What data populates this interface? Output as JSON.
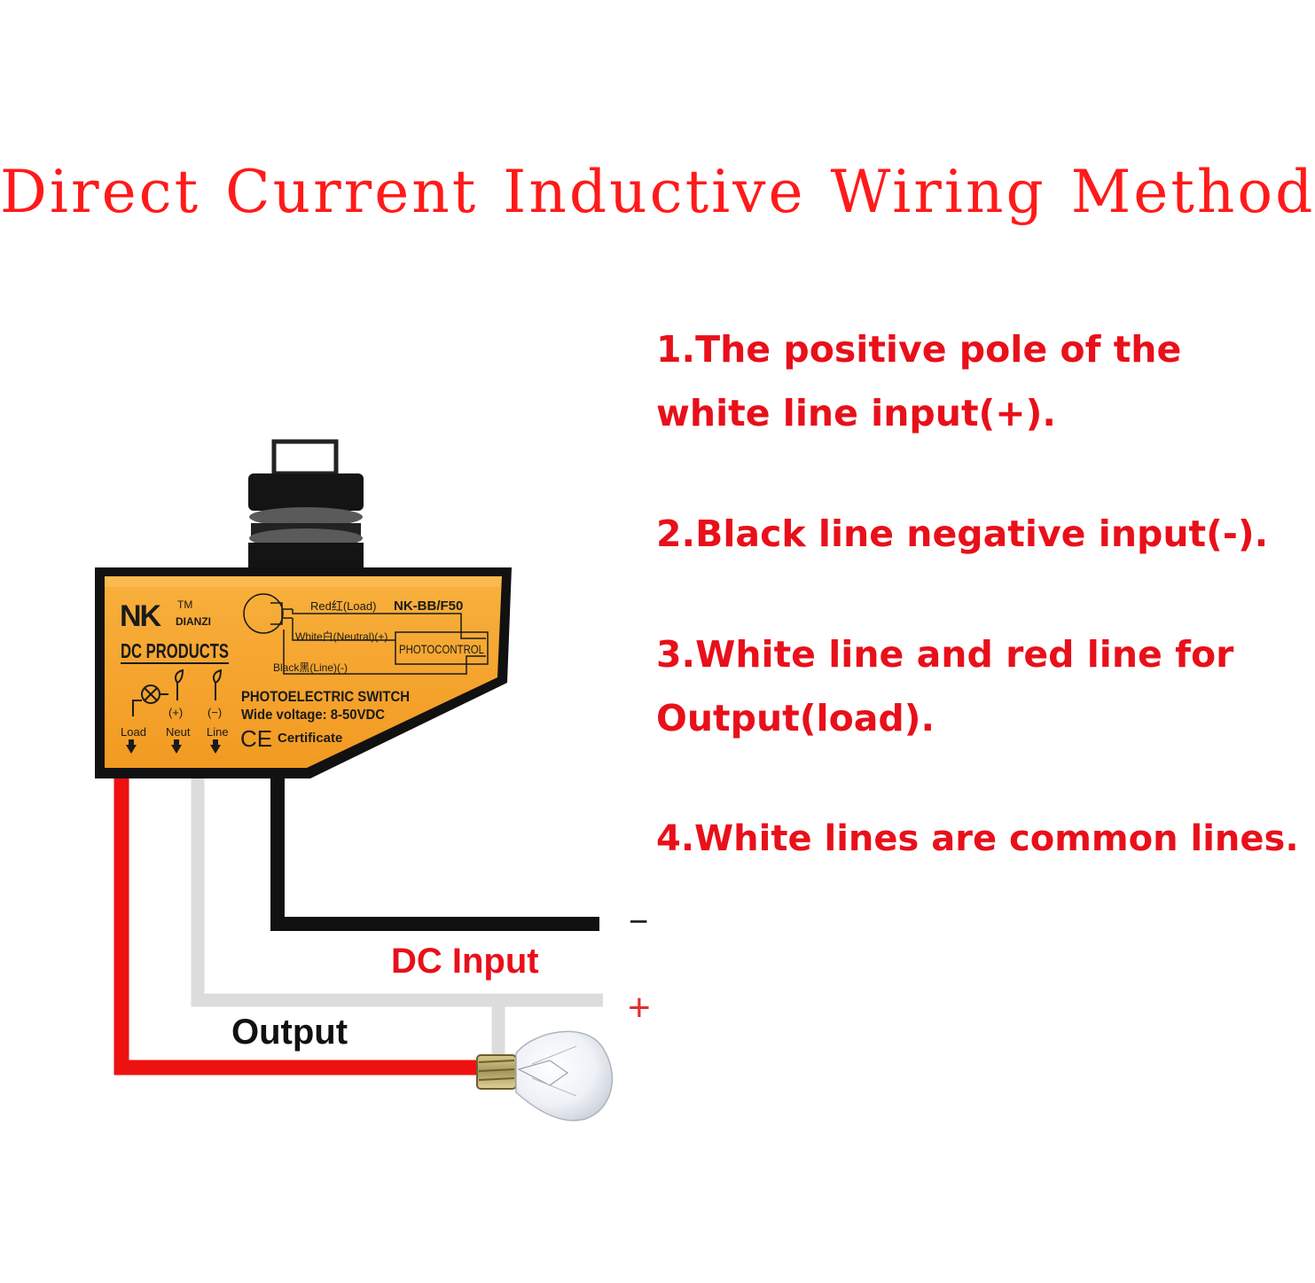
{
  "title": "Direct Current Inductive Wiring Method",
  "notes": [
    "1.The positive pole of the white line input(+).",
    "2.Black line negative input(-).",
    "3.White line and red line for Output(load).",
    "4.White lines are common lines."
  ],
  "device": {
    "brand": "NK",
    "brand_tm": "TM",
    "brand_sub": "DIANZI",
    "series": "DC PRODUCTS",
    "model": "NK-BB/F50",
    "wire_red": "Red红(Load)",
    "wire_white": "White白(Neutral)(+)",
    "wire_black": "Black黑(Line)(-)",
    "photocontrol": "PHOTOCONTROL",
    "product_name": "PHOTOELECTRIC SWITCH",
    "voltage": "Wide voltage: 8-50VDC",
    "ce_mark": "CE",
    "certificate": "Certificate",
    "terminals": [
      {
        "sign": "",
        "label": "Load"
      },
      {
        "sign": "(+)",
        "label": "Neut"
      },
      {
        "sign": "(−)",
        "label": "Line"
      }
    ]
  },
  "labels": {
    "dc_input": "DC Input",
    "output": "Output",
    "minus": "−",
    "plus": "+"
  },
  "colors": {
    "title": "#ff1a1a",
    "notes": "#e8101a",
    "device_body": "#f6a530",
    "wire_red": "#ee1111",
    "wire_white": "#dcdcdc",
    "wire_black": "#111111"
  }
}
